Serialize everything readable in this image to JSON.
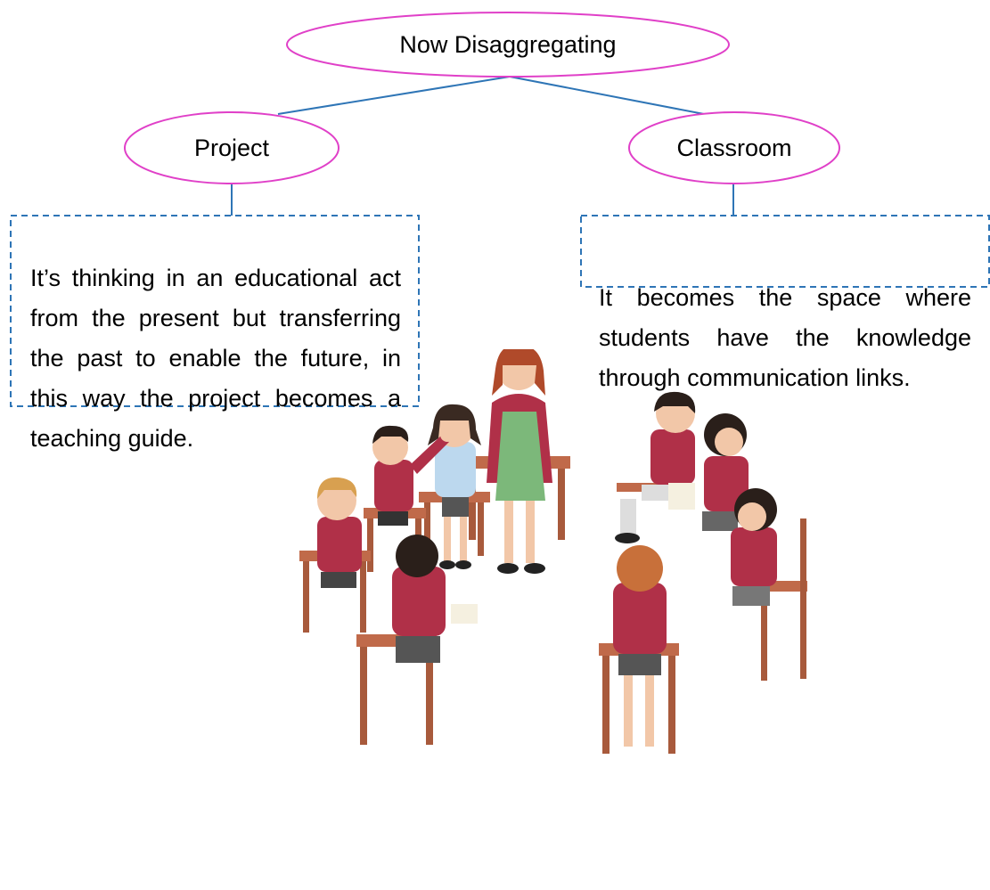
{
  "root": {
    "label": "Now Disaggregating"
  },
  "children": [
    {
      "label": "Project",
      "description": "It’s thinking in an educational act from the present but transferring the past to enable the future, in this way the project becomes a teaching guide."
    },
    {
      "label": "Classroom",
      "description": "It becomes the space where students have the knowledge through communication links."
    }
  ],
  "colors": {
    "node_outline": "#e040c8",
    "connector": "#2e75b6",
    "box_border": "#2e75b6",
    "uniform": "#a8304a",
    "chair": "#c06a4a"
  },
  "illustration": {
    "icon": "classroom-circle-illustration"
  }
}
